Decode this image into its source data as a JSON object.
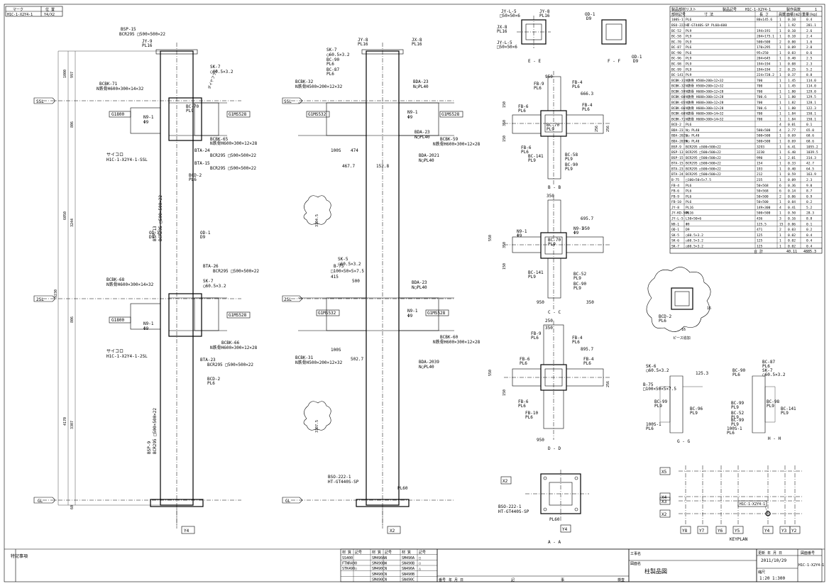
{
  "mark_table": {
    "headers": [
      "マーク",
      "位 置"
    ],
    "rows": [
      [
        "H1C-1-X2Y4-1",
        "Y4/X2"
      ]
    ]
  },
  "left_elevation": {
    "axis": "Y4",
    "levels": [
      "SSL",
      "2SL",
      "GL"
    ],
    "vertical_dims": [
      "997",
      "1000",
      "806",
      "6050",
      "3244",
      "9230",
      "806",
      "4170",
      "3307",
      "60"
    ],
    "upper_labels": [
      "BSP-15",
      "BCR295 □500×500×22",
      "JY-9",
      "PL16",
      "SK-7",
      "◯60.5×3.2",
      "BCBK-71",
      "N鉄骨H600×300×14×32",
      "G1800",
      "N9-1",
      "Φ9",
      "G1MS528",
      "BCBK-65",
      "N鉄骨H600×300×12×28",
      "BC-70",
      "PL9",
      "BTA-24",
      "BCR295 □500×500×22",
      "BTA-15",
      "BCR295 □500×500×22",
      "BCD-2",
      "PL6",
      "ダイヤフラム",
      "サイコロ",
      "H1C-1-X2Y4-1-SSL"
    ],
    "mid_labels": [
      "BSP-13",
      "BCR295 □500×500×22",
      "OD-1",
      "D9",
      "OD-1",
      "D9"
    ],
    "lower_labels": [
      "BTA-26",
      "BCR295 □500×500×22",
      "BCBK-68",
      "N鉄骨H600×300×14×32",
      "SK-7",
      "◯60.5×3.2",
      "G1800",
      "N9-1",
      "Φ9",
      "G1MS528",
      "BCBK-66",
      "N鉄骨H600×300×12×28",
      "サイコロ",
      "H1C-1-X2Y4-1-2SL",
      "BTA-23",
      "BCR295 □500×500×22",
      "BCD-2",
      "PL6",
      "BSP-9",
      "BCR295 □500×500×22"
    ]
  },
  "right_elevation": {
    "axis": "X2",
    "levels": [
      "SSL",
      "2SL",
      "GL"
    ],
    "upper_labels": [
      "JY-8",
      "PL16",
      "JX-8",
      "PL16",
      "SK-7",
      "◯60.5×3.2",
      "BC-90",
      "PL6",
      "BC-87",
      "PL6",
      "BCBK-32",
      "N鉄骨H500×200×12×32",
      "BDA-23",
      "N◯PL40",
      "G1MS532",
      "G1MS528",
      "N9-1",
      "Φ9",
      "BDA-23",
      "N◯PL40",
      "BCBK-59",
      "N鉄骨H600×300×12×28",
      "BDA-2021",
      "N◯PL40",
      "100S",
      "474",
      "467.7",
      "152.8"
    ],
    "lower_labels": [
      "SK-5",
      "◯60.5×3.2",
      "B-75",
      "□100×50×5×7.5",
      "BDA-23",
      "N◯PL40",
      "415",
      "500",
      "G1MS532",
      "G1MS528",
      "N9-1",
      "Φ9",
      "BCBK-31",
      "N鉄骨H500×200×12×32",
      "BCBK-60",
      "N鉄骨H600×300×12×28",
      "BDA-2039",
      "N◯PL40",
      "100S",
      "502.7"
    ],
    "mid_dims": [
      "3104.5",
      "3107.5"
    ],
    "base_labels": [
      "BSO-222-1",
      "HT-GT440S-SP",
      "PL60"
    ]
  },
  "sections": {
    "ee": {
      "title": "E - E",
      "labels": [
        "JY-L-5",
        "□50×50×6",
        "JX-8",
        "PL16",
        "JY-8",
        "PL16",
        "JY-L-5",
        "□50×50×6"
      ]
    },
    "ff": {
      "title": "F - F",
      "labels": [
        "OD-1",
        "D9",
        "OD-1",
        "D9"
      ]
    },
    "bb": {
      "title": "B - B",
      "dims": [
        "950",
        "666.3",
        "256",
        "256",
        "350",
        "150",
        "150"
      ],
      "labels": [
        "FB-9",
        "PL6",
        "FB-4",
        "PL6",
        "FB-6",
        "PL6",
        "FB-4",
        "PL6",
        "FB-6",
        "PL6",
        "BC-70",
        "PL9",
        "BC-141",
        "PL9",
        "BC-58",
        "PL9",
        "BC-90",
        "PL9"
      ]
    },
    "cc": {
      "title": "C - C",
      "dims": [
        "350",
        "695.7",
        "950",
        "550",
        "350",
        "150",
        "950",
        "350"
      ],
      "labels": [
        "BC-70",
        "PL9",
        "N9-1",
        "Φ9",
        "N9-1",
        "Φ9",
        "BC-141",
        "PL9",
        "BC-52",
        "PL9",
        "BC-90",
        "PL9"
      ]
    },
    "dd": {
      "title": "D - D",
      "dims": [
        "250",
        "350",
        "895.7",
        "950",
        "256",
        "550",
        "150"
      ],
      "labels": [
        "FB-9",
        "PL6",
        "FB-4",
        "PL6",
        "FB-6",
        "PL6",
        "FB-4",
        "PL6",
        "FB-6",
        "PL6",
        "FB-10",
        "PL6"
      ]
    },
    "aa": {
      "title": "A - A",
      "labels": [
        "X2",
        "Y4",
        "BSO-222-1",
        "HT-GT440S-SP",
        "PL60"
      ]
    },
    "gg": {
      "title": "G - G",
      "labels": [
        "SK-6",
        "◯60.5×3.2",
        "125.3",
        "B-75",
        "□100×50×5×7.5",
        "BC-99",
        "PL9",
        "BC-96",
        "PL9",
        "100S-1",
        "PL6"
      ]
    },
    "hh": {
      "title": "H - H",
      "labels": [
        "BC-90",
        "PL6",
        "BC-87",
        "PL6",
        "SK-7",
        "◯60.5×3.2",
        "BC-99",
        "PL9",
        "BC-52",
        "PL9",
        "BC-98",
        "PL9",
        "BC-99",
        "PL9",
        "BC-141",
        "PL9",
        "100S-1",
        "PL6"
      ]
    },
    "detail": {
      "labels": [
        "BCD-2",
        "PL6",
        "ピース追加",
        "16",
        "16"
      ]
    }
  },
  "parts_list": {
    "title": "製品部材リスト",
    "product_no_label": "製品記号",
    "product_no": "H1C-1-X2Y4-1",
    "qty_label": "製作員数",
    "qty": "1",
    "headers": [
      "部材記号",
      "寸 法",
      "長 さ",
      "員数",
      "面積(m2)",
      "重量(kg)"
    ],
    "rows": [
      [
        "100S-1",
        "PL6",
        "80x145.6",
        "1",
        "0.10",
        "0.4"
      ],
      [
        "BSO-222-1",
        "HT-GT440S-SP PL60×600",
        "",
        "1",
        "1.92",
        "281.1"
      ],
      [
        "BC-52",
        "PL9",
        "194×191",
        "1",
        "0.10",
        "2.6"
      ],
      [
        "BC-58",
        "PL9",
        "204×175.1",
        "1",
        "0.10",
        "2.4"
      ],
      [
        "BC-70",
        "PL9",
        "500×500",
        "2",
        "0.00",
        "1.6"
      ],
      [
        "BC-87",
        "PL6",
        "170×295",
        "1",
        "0.09",
        "2.0"
      ],
      [
        "BC-90",
        "PL6",
        "95×250",
        "1",
        "0.03",
        "0.6"
      ],
      [
        "BC-96",
        "PL9",
        "204×645",
        "1",
        "0.40",
        "2.5"
      ],
      [
        "BC-98",
        "PL9",
        "194×194",
        "1",
        "0.08",
        "2.3"
      ],
      [
        "BC-99",
        "PL9",
        "194×194",
        "2",
        "0.25",
        "5.2"
      ],
      [
        "BC-141",
        "PL9",
        "224×728.2",
        "1",
        "0.37",
        "8.8"
      ],
      [
        "BCBK-31",
        "N鉄骨 H500×200×12×32",
        "700",
        "1",
        "1.45",
        "114.0"
      ],
      [
        "BCBK-32",
        "N鉄骨 H500×200×12×32",
        "700",
        "1",
        "1.45",
        "114.0"
      ],
      [
        "BCBK-59",
        "N鉄骨 H600×300×12×28",
        "700",
        "1",
        "1.80",
        "129.0"
      ],
      [
        "BCBK-60",
        "N鉄骨 H600×300×12×28",
        "700.6",
        "1",
        "1.80",
        "129.5"
      ],
      [
        "BCBK-65",
        "N鉄骨 H600×300×12×28",
        "700",
        "1",
        "1.82",
        "128.1"
      ],
      [
        "BCBK-66",
        "N鉄骨 H600×300×12×28",
        "700.6",
        "1",
        "1.80",
        "122.3"
      ],
      [
        "BCBK-68",
        "N鉄骨 H600×300×14×32",
        "700",
        "1",
        "1.84",
        "150.1"
      ],
      [
        "BCBK-71",
        "N鉄骨 H600×300×14×32",
        "700",
        "1",
        "1.84",
        "150.1"
      ],
      [
        "BCD-2",
        "PL6",
        "",
        "4",
        "0.01",
        "0.1"
      ],
      [
        "BDA-23",
        "N◯ PL40",
        "500×500",
        "4",
        "2.77",
        "65.0"
      ],
      [
        "BDA-2021",
        "N◯ PL40",
        "500×500",
        "1",
        "0.69",
        "68.6"
      ],
      [
        "BDA-2039",
        "N◯ PL40",
        "500×500",
        "1",
        "0.69",
        "68.6"
      ],
      [
        "BSP-9",
        "BCR295 □500×500×22",
        "3293",
        "1",
        "6.41",
        "1055.2"
      ],
      [
        "BSP-13",
        "BCR295 □500×500×22",
        "3230",
        "1",
        "6.40",
        "1039.5"
      ],
      [
        "BSP-15",
        "BCR295 □500×500×22",
        "990",
        "1",
        "2.01",
        "314.3"
      ],
      [
        "BTA-15",
        "BCR295 □500×500×22",
        "154",
        "1",
        "0.33",
        "42.7"
      ],
      [
        "BTA-23",
        "BCR295 □500×500×22",
        "193",
        "1",
        "0.40",
        "64.5"
      ],
      [
        "BTA-24",
        "BCR295 □500×500×22",
        "212",
        "1",
        "0.59",
        "163.9"
      ],
      [
        "B-75",
        "□100×50×5×7.5",
        "235",
        "1",
        "0.09",
        "2.3"
      ],
      [
        "FB-4",
        "PL6",
        "50×568",
        "6",
        "0.36",
        "9.0"
      ],
      [
        "FB-6",
        "PL6",
        "50×568",
        "6",
        "0.14",
        "8.7"
      ],
      [
        "FB-9",
        "PL6",
        "50×500",
        "2",
        "0.06",
        "0.9"
      ],
      [
        "FB-10",
        "PL6",
        "50×500",
        "1",
        "0.04",
        "0.2"
      ],
      [
        "JY-8",
        "PL16",
        "149×300",
        "4",
        "0.41",
        "5.2"
      ],
      [
        "JY-KD-500",
        "PL16",
        "500×500",
        "1",
        "0.50",
        "28.3"
      ],
      [
        "JY-L-5",
        "L50×50×6",
        "436",
        "3",
        "0.16",
        "8.8"
      ],
      [
        "N9-1",
        "Φ9",
        "125.5",
        "15",
        "0.06",
        "0.1"
      ],
      [
        "OD-1",
        "D9",
        "471",
        "2",
        "0.03",
        "0.2"
      ],
      [
        "SK-5",
        "◯60.5×3.2",
        "125",
        "1",
        "0.02",
        "0.4"
      ],
      [
        "SK-6",
        "◯60.5×3.2",
        "125",
        "1",
        "0.02",
        "0.4"
      ],
      [
        "SK-7",
        "◯60.5×3.2",
        "125",
        "1",
        "0.02",
        "0.4"
      ]
    ],
    "total_label": "合 計",
    "total_area": "40.11",
    "total_weight": "4885.3"
  },
  "keyplan": {
    "label": "KEYPLAN",
    "x_axes": [
      "Y8",
      "Y7",
      "Y6",
      "Y5",
      "Y4",
      "Y3",
      "Y2"
    ],
    "y_axes": [
      "X5",
      "X4",
      "X3",
      "X2"
    ],
    "marker": "H1C-1-X2Y4-1"
  },
  "title_block": {
    "notes_label": "特記事項",
    "material_headers": [
      "材 質",
      "記号",
      "材 質",
      "記号",
      "材 質",
      "記号"
    ],
    "materials": [
      [
        "SS400",
        "",
        "SM490A",
        "N",
        "SM490A",
        "□"
      ],
      [
        "FTNR490",
        "",
        "SM490B",
        "W",
        "SN490B",
        "○"
      ],
      [
        "STK490",
        "○",
        "SM490C",
        "N",
        "SN490A",
        "△"
      ],
      [
        "",
        "",
        "SM490C",
        "N",
        "SN490B",
        ""
      ],
      [
        "",
        "",
        "SM490C",
        "N",
        "SN490C",
        ""
      ]
    ],
    "revision_headers": [
      "番号",
      "年 月 日",
      "記",
      "事",
      "検査"
    ],
    "work_name_label": "工事名",
    "drawing_name_label": "図面名",
    "drawing_name": "柱製品図",
    "date_label": "更新 年 月 日",
    "date": "2011/10/29",
    "scale_label": "縮尺",
    "scale": "1:20 1:300",
    "drawing_no_label": "図面番号",
    "drawing_no": "H1C-1-X2Y4-1"
  }
}
